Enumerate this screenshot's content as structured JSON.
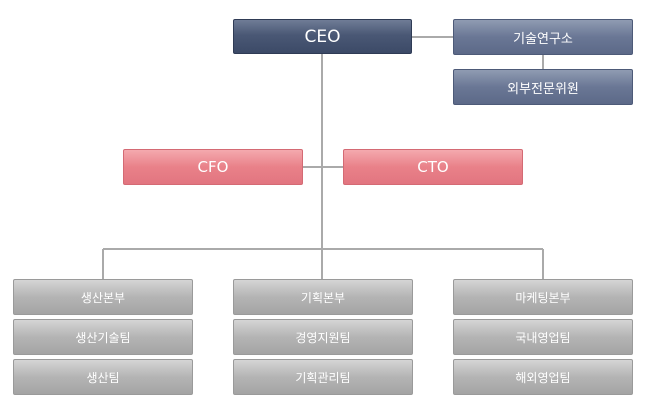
{
  "org_chart": {
    "ceo": "CEO",
    "advisory": [
      "기술연구소",
      "외부전문위원"
    ],
    "executives": [
      "CFO",
      "CTO"
    ],
    "divisions": [
      {
        "head": "생산본부",
        "teams": [
          "생산기술팀",
          "생산팀"
        ]
      },
      {
        "head": "기획본부",
        "teams": [
          "경영지원팀",
          "기획관리팀"
        ]
      },
      {
        "head": "마케팅본부",
        "teams": [
          "국내영업팀",
          "해외영업팀"
        ]
      }
    ]
  },
  "colors": {
    "ceo": "#4a5875",
    "advisory": "#6a7795",
    "executive": "#e98189",
    "division": "#b4b4b4",
    "connector": "#aaaaaa"
  }
}
